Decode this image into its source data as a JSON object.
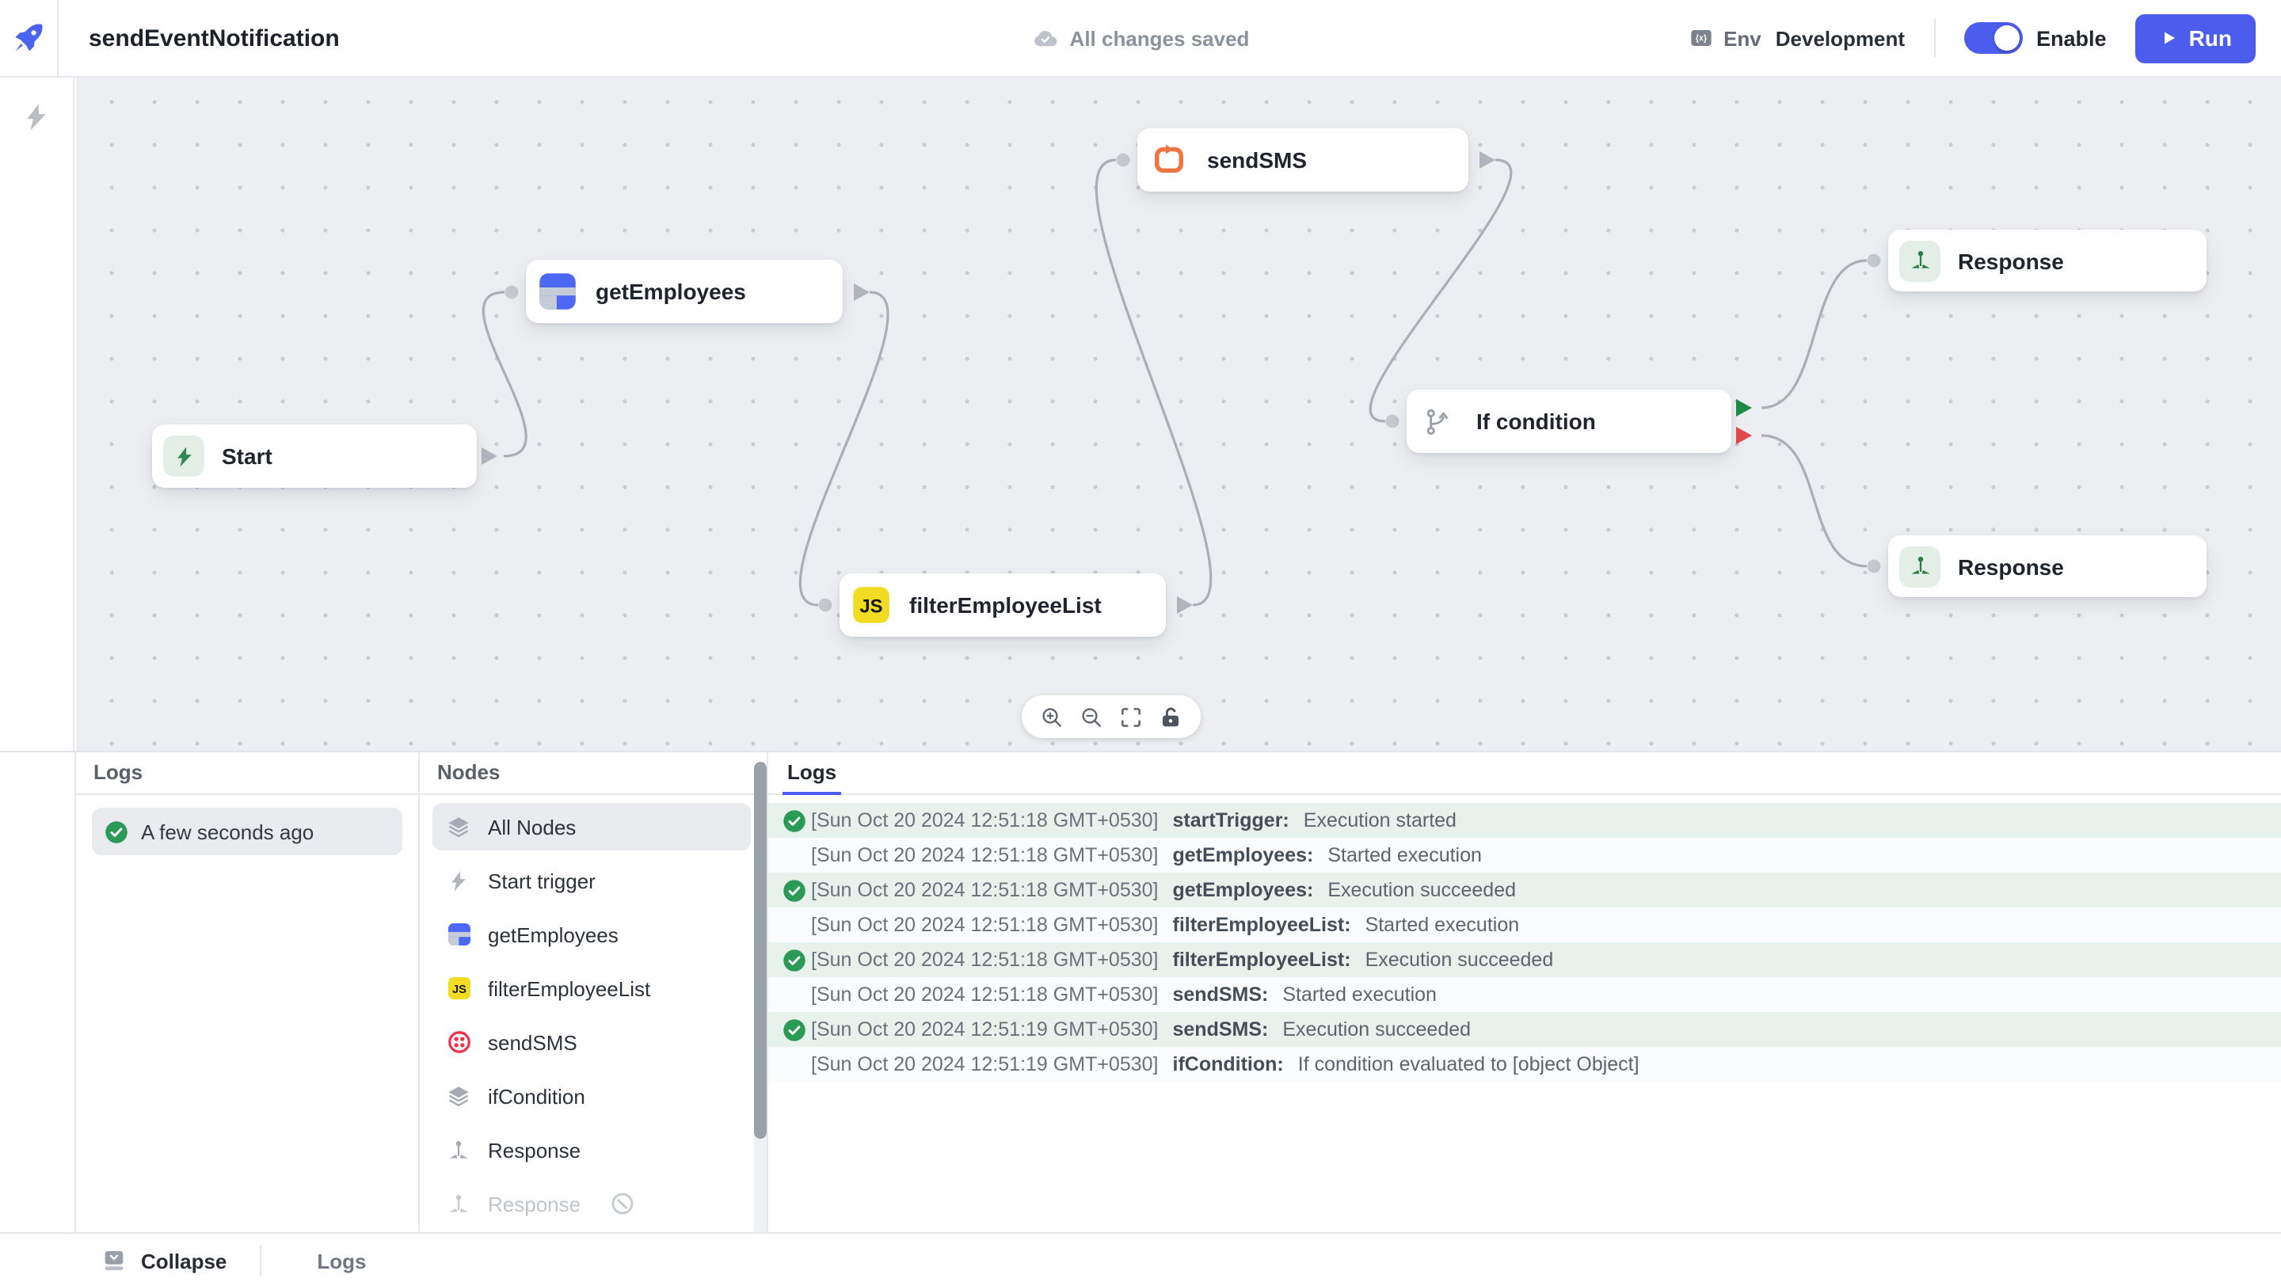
{
  "header": {
    "title": "sendEventNotification",
    "save_status": "All changes saved",
    "env_label": "Env",
    "env_value": "Development",
    "enable_label": "Enable",
    "run_label": "Run"
  },
  "canvas": {
    "nodes": [
      {
        "id": "start",
        "label": "Start",
        "icon": "bolt-icon"
      },
      {
        "id": "getEmployees",
        "label": "getEmployees",
        "icon": "table-query-icon"
      },
      {
        "id": "filterEmployeeList",
        "label": "filterEmployeeList",
        "icon": "js-icon"
      },
      {
        "id": "sendSMS",
        "label": "sendSMS",
        "icon": "loop-arrow-icon"
      },
      {
        "id": "ifCondition",
        "label": "If condition",
        "icon": "branch-icon"
      },
      {
        "id": "response1",
        "label": "Response",
        "icon": "pin-icon"
      },
      {
        "id": "response2",
        "label": "Response",
        "icon": "pin-icon"
      }
    ],
    "controls": [
      "zoom-in",
      "zoom-out",
      "fit-view",
      "lock"
    ]
  },
  "panel": {
    "left_header": "Logs",
    "run_item": "A few seconds ago",
    "nodes_header": "Nodes",
    "nodes_list": [
      {
        "label": "All Nodes",
        "icon": "layers-icon",
        "selected": true
      },
      {
        "label": "Start trigger",
        "icon": "bolt-icon"
      },
      {
        "label": "getEmployees",
        "icon": "table-query-icon"
      },
      {
        "label": "filterEmployeeList",
        "icon": "js-icon"
      },
      {
        "label": "sendSMS",
        "icon": "twilio-icon"
      },
      {
        "label": "ifCondition",
        "icon": "layers-icon"
      },
      {
        "label": "Response",
        "icon": "pin-icon"
      },
      {
        "label": "Response",
        "icon": "pin-icon",
        "disabled": true
      }
    ],
    "tab": "Logs",
    "entries": [
      {
        "success": true,
        "timestamp": "[Sun Oct 20 2024 12:51:18 GMT+0530]",
        "node": "startTrigger:",
        "message": "Execution started"
      },
      {
        "success": false,
        "timestamp": "[Sun Oct 20 2024 12:51:18 GMT+0530]",
        "node": "getEmployees:",
        "message": "Started execution"
      },
      {
        "success": true,
        "timestamp": "[Sun Oct 20 2024 12:51:18 GMT+0530]",
        "node": "getEmployees:",
        "message": "Execution succeeded"
      },
      {
        "success": false,
        "timestamp": "[Sun Oct 20 2024 12:51:18 GMT+0530]",
        "node": "filterEmployeeList:",
        "message": "Started execution"
      },
      {
        "success": true,
        "timestamp": "[Sun Oct 20 2024 12:51:18 GMT+0530]",
        "node": "filterEmployeeList:",
        "message": "Execution succeeded"
      },
      {
        "success": false,
        "timestamp": "[Sun Oct 20 2024 12:51:18 GMT+0530]",
        "node": "sendSMS:",
        "message": "Started execution"
      },
      {
        "success": true,
        "timestamp": "[Sun Oct 20 2024 12:51:19 GMT+0530]",
        "node": "sendSMS:",
        "message": "Execution succeeded"
      },
      {
        "success": false,
        "timestamp": "[Sun Oct 20 2024 12:51:19 GMT+0530]",
        "node": "ifCondition:",
        "message": "If condition evaluated to [object Object]"
      }
    ]
  },
  "bottom_bar": {
    "collapse_label": "Collapse",
    "tab_label": "Logs"
  },
  "colors": {
    "accent_blue": "#4c5ced",
    "success_green": "#2b9a56",
    "error_red": "#e5484d",
    "twilio_red": "#f22f46",
    "js_yellow": "#f2dc23",
    "loop_orange": "#ee7440",
    "canvas_bg": "#eceef1",
    "log_success_bg": "#e8f2ec"
  }
}
